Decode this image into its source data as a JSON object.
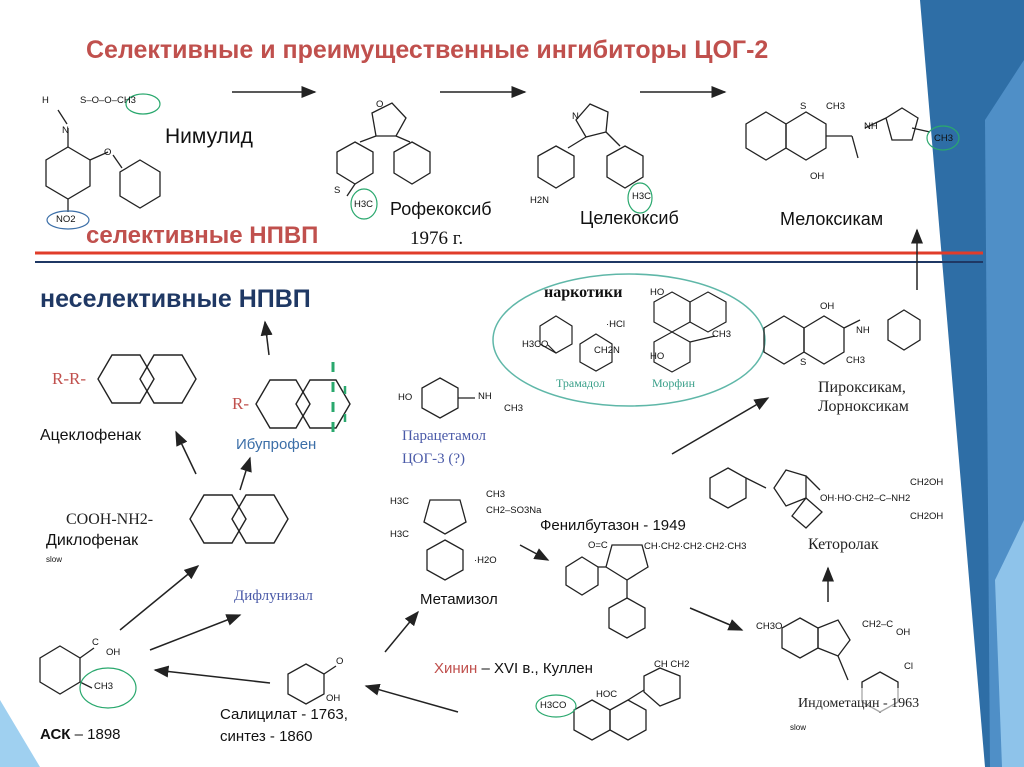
{
  "title": "Селективные и преимущественные ингибиторы ЦОГ-2",
  "selective_label": "селективные НПВП",
  "nonselective_label": "неселективные НПВП",
  "narcotics_label": "наркотики",
  "drugs": {
    "nimulid": "Нимулид",
    "rofecoxib": "Рофекоксиб",
    "rofecoxib_year": "1976 г.",
    "celecoxib": "Целекоксиб",
    "meloxicam": "Мелоксикам",
    "piroxicam": "Пироксикам,",
    "lornoxicam": "Лорноксикам",
    "aceclofenac": "Ацеклофенак",
    "ibuprofen": "Ибупрофен",
    "paracetamol": "Парацетамол",
    "cox3": "ЦОГ-3 (?)",
    "tramadol": "Трамадол",
    "morphine": "Морфин",
    "cooh_nh2": "COOH-NH2-",
    "diclofenac": "Диклофенак",
    "slow1": "slow",
    "diflunisal": "Дифлунизал",
    "phenylbutazone": "Фенилбутазон - 1949",
    "metamizole": "Метамизол",
    "ketorolac": "Кеторолак",
    "quinine": "Хинин",
    "quinine_rest": " – XVI в., Куллен",
    "salicylate_1": "Салицилат - 1763,",
    "salicylate_2": "синтез - 1860",
    "ask": "АСК",
    "ask_year": " – 1898",
    "indomethacin": "Индометацин - 1963",
    "slow2": "slow",
    "rr": "R-R-",
    "r": "R-"
  },
  "chem_labels": {
    "h": "H",
    "s_o_o_ch3": "S–O–O–CH3",
    "n": "N",
    "o": "O",
    "no2": "NO2",
    "s": "S",
    "h3c": "H3C",
    "h2n": "H2N",
    "ch3": "CH3",
    "oh": "OH",
    "nh": "NH",
    "ho": "HO",
    "hcl": "·HCl",
    "h3co": "H3CO",
    "ch2n": "CH2N",
    "cho": "CH3O",
    "so3na": "CH2–SO3Na",
    "h2o": "·H2O",
    "chch2": "CH CH2",
    "hoc": "HOC",
    "h3co2": "H3CO",
    "cl": "Cl",
    "oh_ho": "OH·HO·CH2–C–NH2",
    "ch2oh": "CH2OH",
    "ch2coh": "CH2–C",
    "c": "C",
    "ch_chain": "CH·CH2·CH2·CH2·CH3",
    "oc": "O=C"
  },
  "colors": {
    "title": "#c0504d",
    "nonselective": "#1f3864",
    "divider": "#e03c2a",
    "highlight": "#2aa86e",
    "accent_blue": "#3c6fa8",
    "quinine": "#c0504d",
    "diflunisal": "#4a5aa8"
  }
}
